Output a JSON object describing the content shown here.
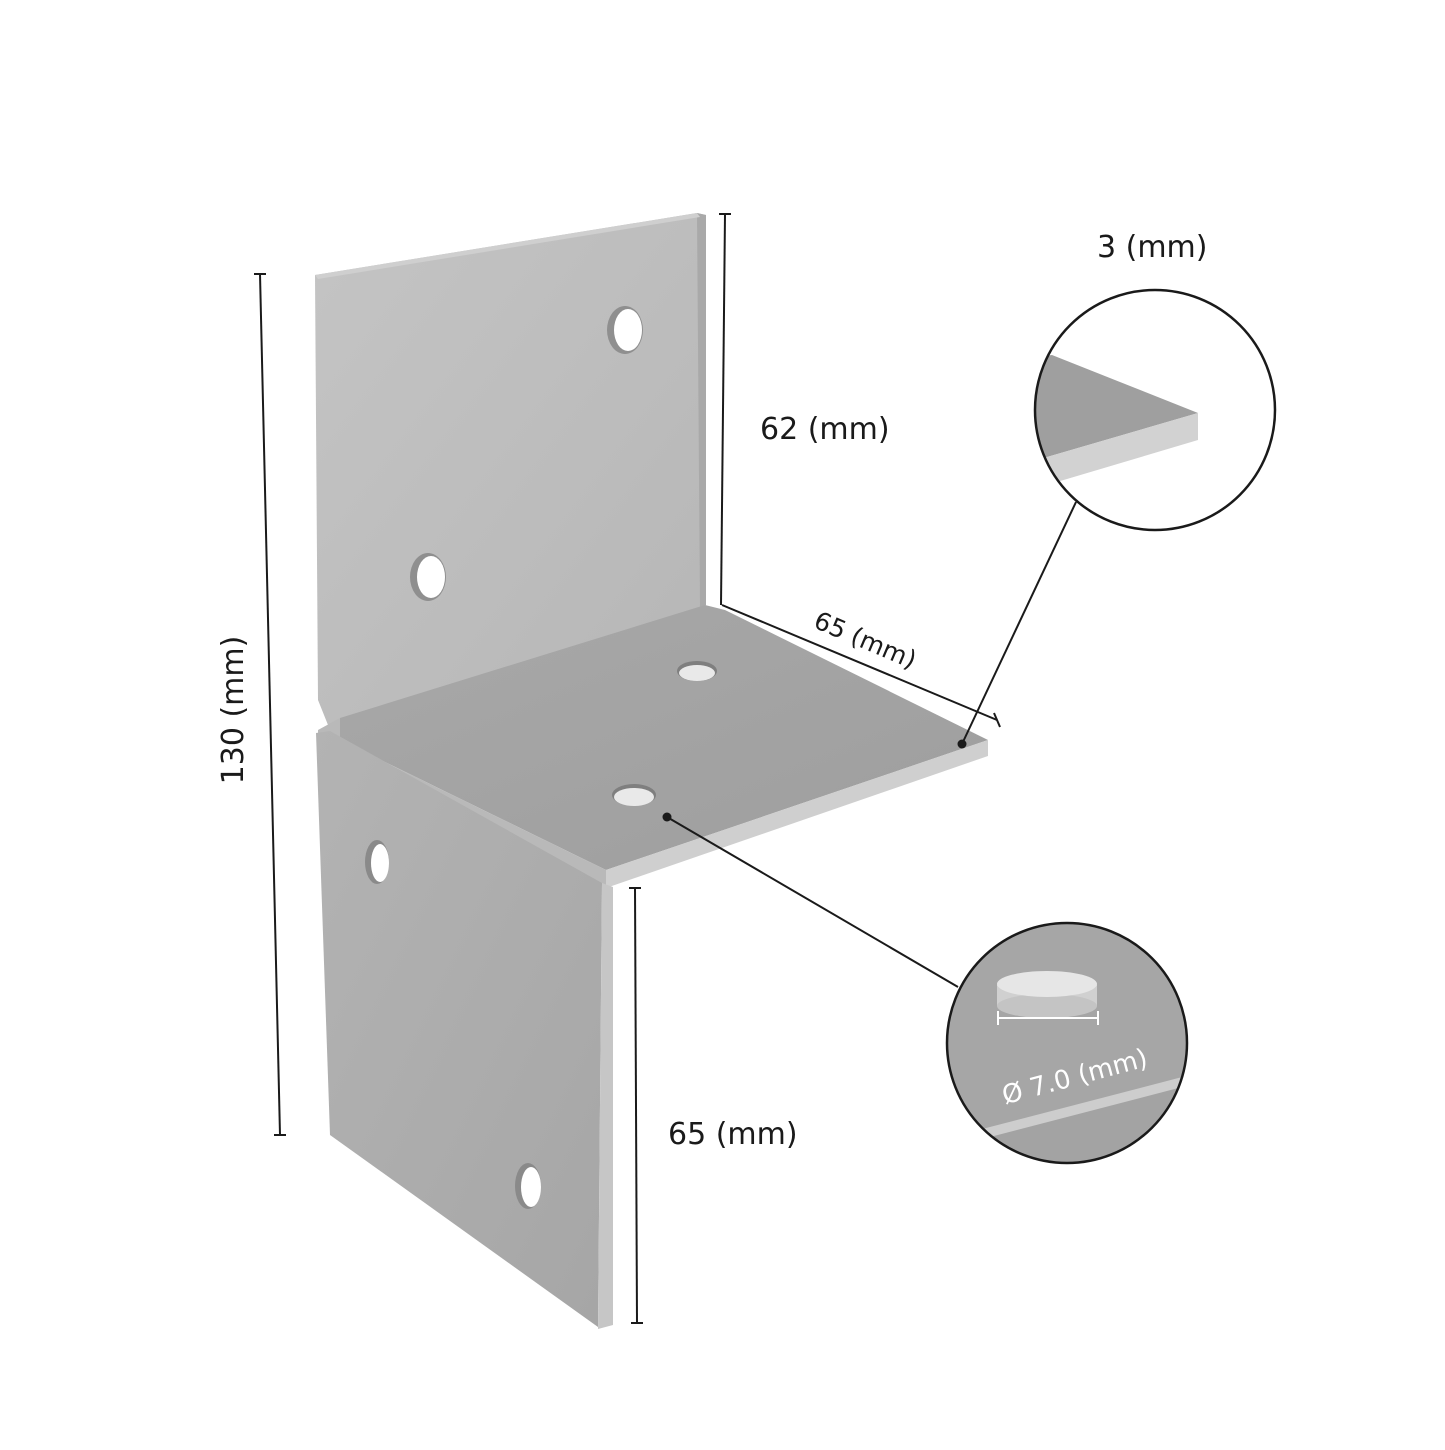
{
  "dimensions": {
    "total_height": "130 (mm)",
    "upper_height": "62 (mm)",
    "flange_depth": "65 (mm)",
    "lower_height": "65 (mm)",
    "thickness": "3 (mm)",
    "hole_diameter": "Ø 7.0 (mm)"
  },
  "colors": {
    "background": "#ffffff",
    "metal_light": "#bdbdbd",
    "metal_mid": "#aeaeae",
    "metal_dark": "#9b9b9b",
    "line": "#1a1a1a"
  }
}
